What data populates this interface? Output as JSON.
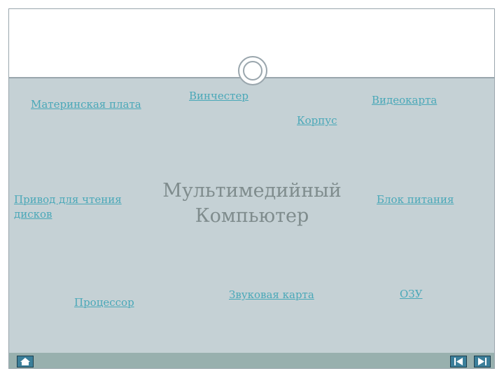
{
  "slide": {
    "title": "Мультимедийный\nКомпьютер",
    "links": {
      "motherboard": "Материнская плата",
      "hdd": "Винчестер",
      "videocard": "Видеокарта",
      "case": "Корпус",
      "optical_drive": "Привод для чтения\nдисков",
      "psu": "Блок питания",
      "cpu": "Процессор",
      "soundcard": "Звуковая карта",
      "ram": "ОЗУ"
    }
  },
  "nav": {
    "home": "home-icon",
    "prev": "prev-slide-icon",
    "next": "next-slide-icon"
  },
  "colors": {
    "body_bg": "#c5d1d5",
    "footer_bg": "#98b0ae",
    "link": "#4aa8b8",
    "title": "#7f8c8d"
  }
}
